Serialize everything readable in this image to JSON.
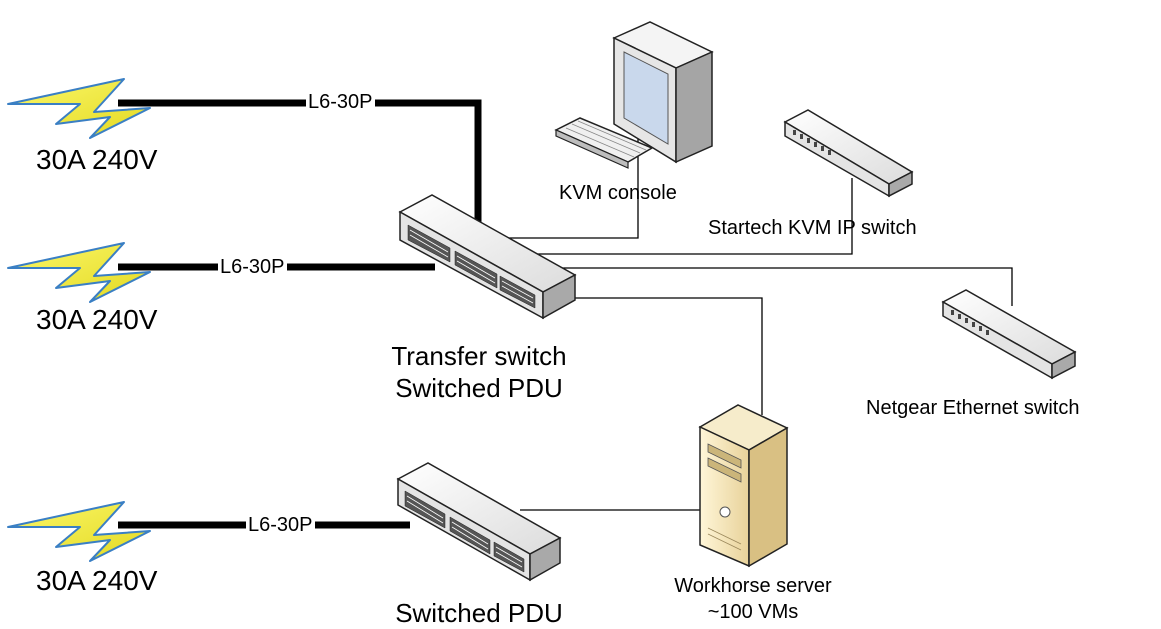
{
  "power_sources": [
    {
      "label": "30A 240V",
      "plug": "L6-30P"
    },
    {
      "label": "30A 240V",
      "plug": "L6-30P"
    },
    {
      "label": "30A 240V",
      "plug": "L6-30P"
    }
  ],
  "devices": {
    "kvm_console": {
      "label": "KVM console"
    },
    "kvm_ip_switch": {
      "label": "Startech KVM IP switch"
    },
    "ethernet_switch": {
      "label": "Netgear Ethernet switch"
    },
    "transfer_pdu": {
      "line1": "Transfer switch",
      "line2": "Switched PDU"
    },
    "switched_pdu": {
      "label": "Switched PDU"
    },
    "server": {
      "line1": "Workhorse server",
      "line2": "~100 VMs"
    }
  },
  "colors": {
    "bolt_fill": "#f2ee3a",
    "bolt_edge": "#3a7fc4",
    "cable": "#000000",
    "device_face": "#f2f2f2",
    "device_side": "#b9b9b9",
    "server_body": "#f2e2b3",
    "screen": "#c9d8ec"
  }
}
